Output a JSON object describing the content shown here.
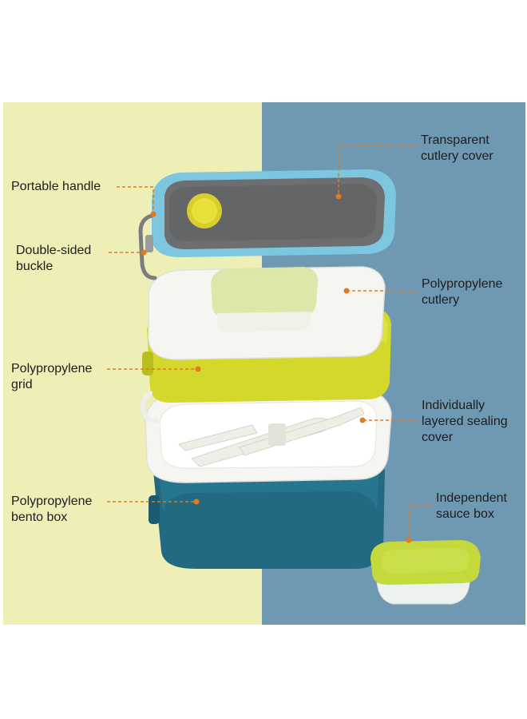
{
  "background": {
    "left_color": "#eeeeb7",
    "right_color": "#6f98b2"
  },
  "accent_color": "#e27a1f",
  "parts": {
    "portable_handle": {
      "label": "Portable handle"
    },
    "double_sided_buckle": {
      "label": "Double-sided\nbuckle"
    },
    "polypropylene_grid": {
      "label": "Polypropylene\ngrid"
    },
    "polypropylene_bento_box": {
      "label": "Polypropylene\nbento box"
    },
    "transparent_cutlery_cover": {
      "label": "Transparent\ncutlery cover"
    },
    "polypropylene_cutlery": {
      "label": "Polypropylene\ncutlery"
    },
    "individually_layered_sealing_cover": {
      "label": "Individually\nlayered sealing\ncover"
    },
    "independent_sauce_box": {
      "label": "Independent\nsauce box"
    }
  },
  "colors": {
    "lid_frame": "#7cc6df",
    "lid_window": "#6c6e70",
    "knob": "#e8e039",
    "tray_white": "#f5f6f2",
    "mid_container": "#d4d82a",
    "bottom_container": "#216a82",
    "sauce_lid": "#c4d93c",
    "sauce_base": "#eef2ee"
  }
}
